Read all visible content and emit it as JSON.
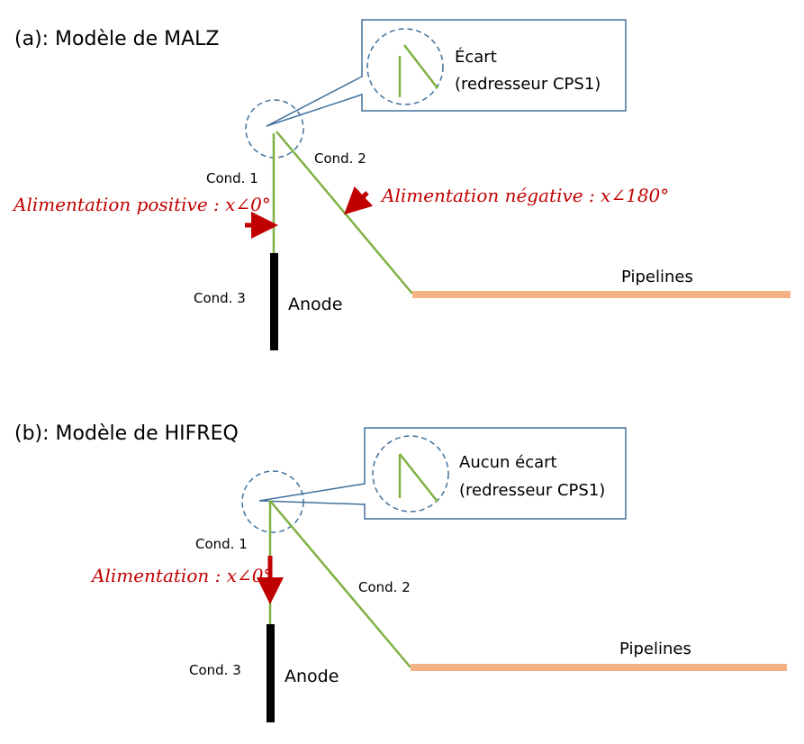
{
  "colors": {
    "conductor": "#7fb142",
    "anode": "#000000",
    "pipeline": "#f4b183",
    "callout": "#41719c",
    "arrow": "#c00000",
    "feed_text": "#c00000"
  },
  "panel_a": {
    "title": "(a): Modèle de MALZ",
    "callout_text_1": "Écart",
    "callout_text_2": "(redresseur CPS1)",
    "cond1": "Cond. 1",
    "cond2": "Cond. 2",
    "cond3": "Cond. 3",
    "anode": "Anode",
    "pipelines": "Pipelines",
    "feed_positive": "Alimentation positive : x∠0°",
    "feed_negative": "Alimentation négative : x∠180°"
  },
  "panel_b": {
    "title": "(b): Modèle de HIFREQ",
    "callout_text_1": "Aucun écart",
    "callout_text_2": "(redresseur CPS1)",
    "cond1": "Cond. 1",
    "cond2": "Cond. 2",
    "cond3": "Cond. 3",
    "anode": "Anode",
    "pipelines": "Pipelines",
    "feed": "Alimentation : x∠0°"
  }
}
